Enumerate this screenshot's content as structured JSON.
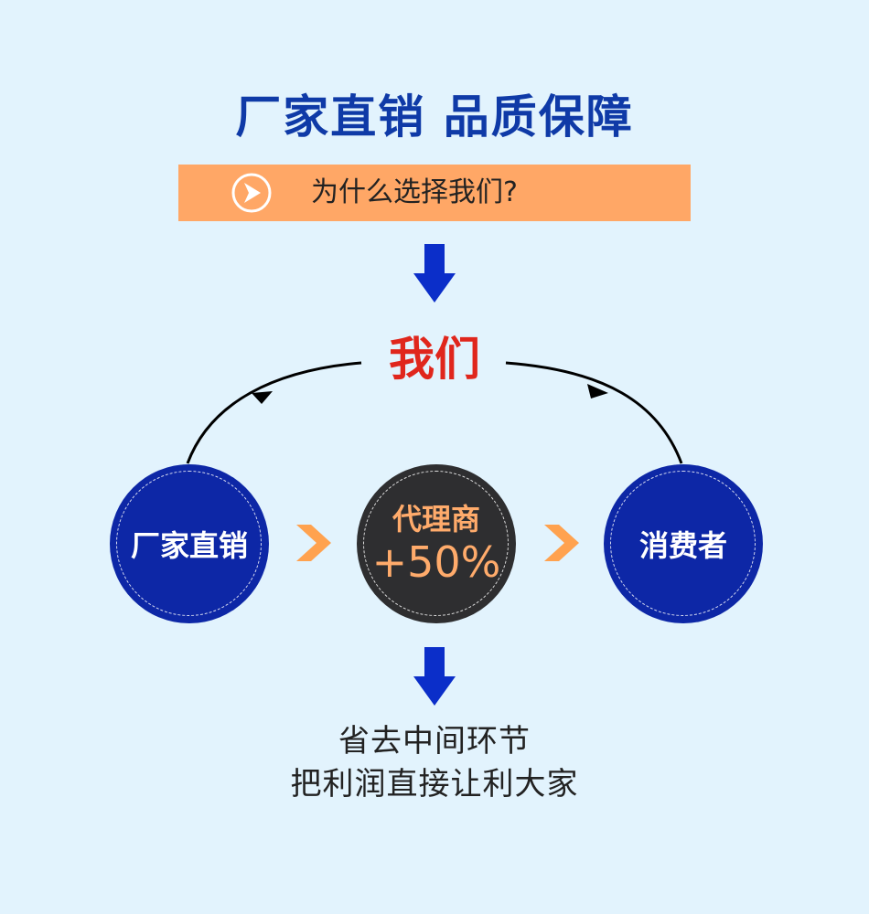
{
  "title": "厂家直销 品质保障",
  "banner": {
    "text": "为什么选择我们?",
    "icon": "chevron-right-circle-icon"
  },
  "center_label": "我们",
  "nodes": [
    {
      "label": "厂家直销"
    },
    {
      "label": "代理商",
      "sub": "+50%"
    },
    {
      "label": "消费者"
    }
  ],
  "bottom": {
    "line1": "省去中间环节",
    "line2": "把利润直接让利大家"
  },
  "colors": {
    "background": "#e2f3fd",
    "title": "#0f3aa7",
    "banner": "#ffa766",
    "arrow": "#0b2ec9",
    "highlight": "#e0261c",
    "circle_blue": "#0d27a6",
    "circle_dark": "#2e2e30",
    "accent_orange": "#ffab6b"
  }
}
